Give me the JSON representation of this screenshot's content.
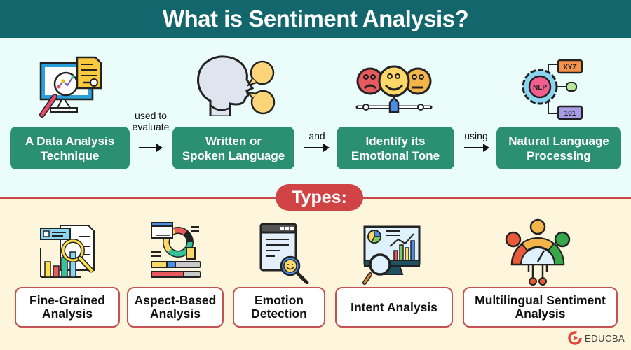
{
  "header": {
    "title": "What is Sentiment Analysis?"
  },
  "flow": {
    "steps": [
      {
        "label_line1": "A Data Analysis",
        "label_line2": "Technique",
        "icon": "data-analysis-gear-icon"
      },
      {
        "label_line1": "Written or",
        "label_line2": "Spoken Language",
        "icon": "speaking-head-icon"
      },
      {
        "label_line1": "Identify its",
        "label_line2": "Emotional Tone",
        "icon": "emotion-faces-slider-icon"
      },
      {
        "label_line1": "Natural Language",
        "label_line2": "Processing",
        "icon": "nlp-gear-icon"
      }
    ],
    "connectors": [
      {
        "line1": "used to",
        "line2": "evaluate"
      },
      {
        "line1": "and",
        "line2": ""
      },
      {
        "line1": "using",
        "line2": ""
      }
    ]
  },
  "types": {
    "title": "Types:",
    "items": [
      {
        "line1": "Fine-Grained",
        "line2": "Analysis",
        "icon": "chart-magnifier-icon"
      },
      {
        "line1": "Aspect-Based",
        "line2": "Analysis",
        "icon": "donut-chart-report-icon"
      },
      {
        "line1": "Emotion",
        "line2": "Detection",
        "icon": "browser-smiley-magnifier-icon"
      },
      {
        "line1": "Intent Analysis",
        "line2": "",
        "icon": "monitor-analytics-icon"
      },
      {
        "line1": "Multilingual Sentiment",
        "line2": "Analysis",
        "icon": "sentiment-gauge-icon"
      }
    ]
  },
  "brand": {
    "name": "EDUCBA"
  },
  "colors": {
    "header": "#12666c",
    "step": "#2b8f72",
    "types_accent": "#d04446",
    "top_bg": "#eafdfb",
    "bottom_bg": "#fdf6dc"
  }
}
